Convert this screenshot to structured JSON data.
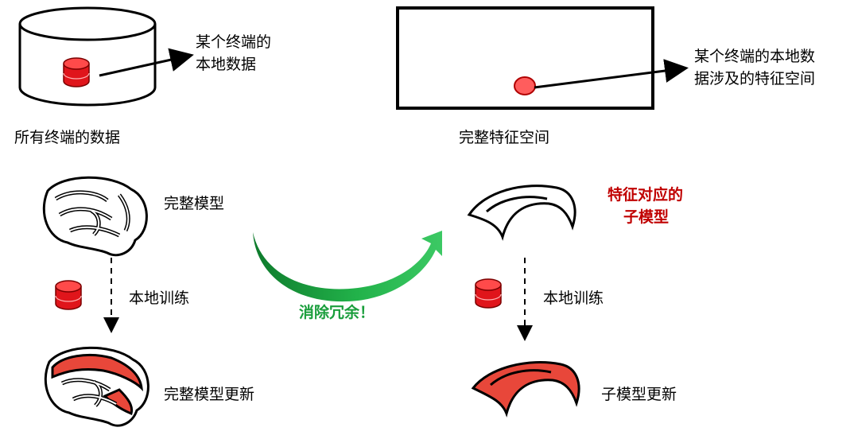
{
  "top_left": {
    "caption": "所有终端的数据",
    "callout_line1": "某个终端的",
    "callout_line2": "本地数据"
  },
  "top_right": {
    "caption": "完整特征空间",
    "callout_line1": "某个终端的本地数",
    "callout_line2": "据涉及的特征空间"
  },
  "left_flow": {
    "full_model_label": "完整模型",
    "training_label": "本地训练",
    "updated_label": "完整模型更新"
  },
  "center": {
    "arrow_label": "消除冗余！"
  },
  "right_flow": {
    "submodel_line1": "特征对应的",
    "submodel_line2": "子模型",
    "training_label": "本地训练",
    "updated_label": "子模型更新"
  },
  "colors": {
    "highlight_red": "#c00000",
    "db_fill": "#e0151b",
    "update_fill": "#e8473a",
    "arrow_green": "#1a9e3c"
  }
}
